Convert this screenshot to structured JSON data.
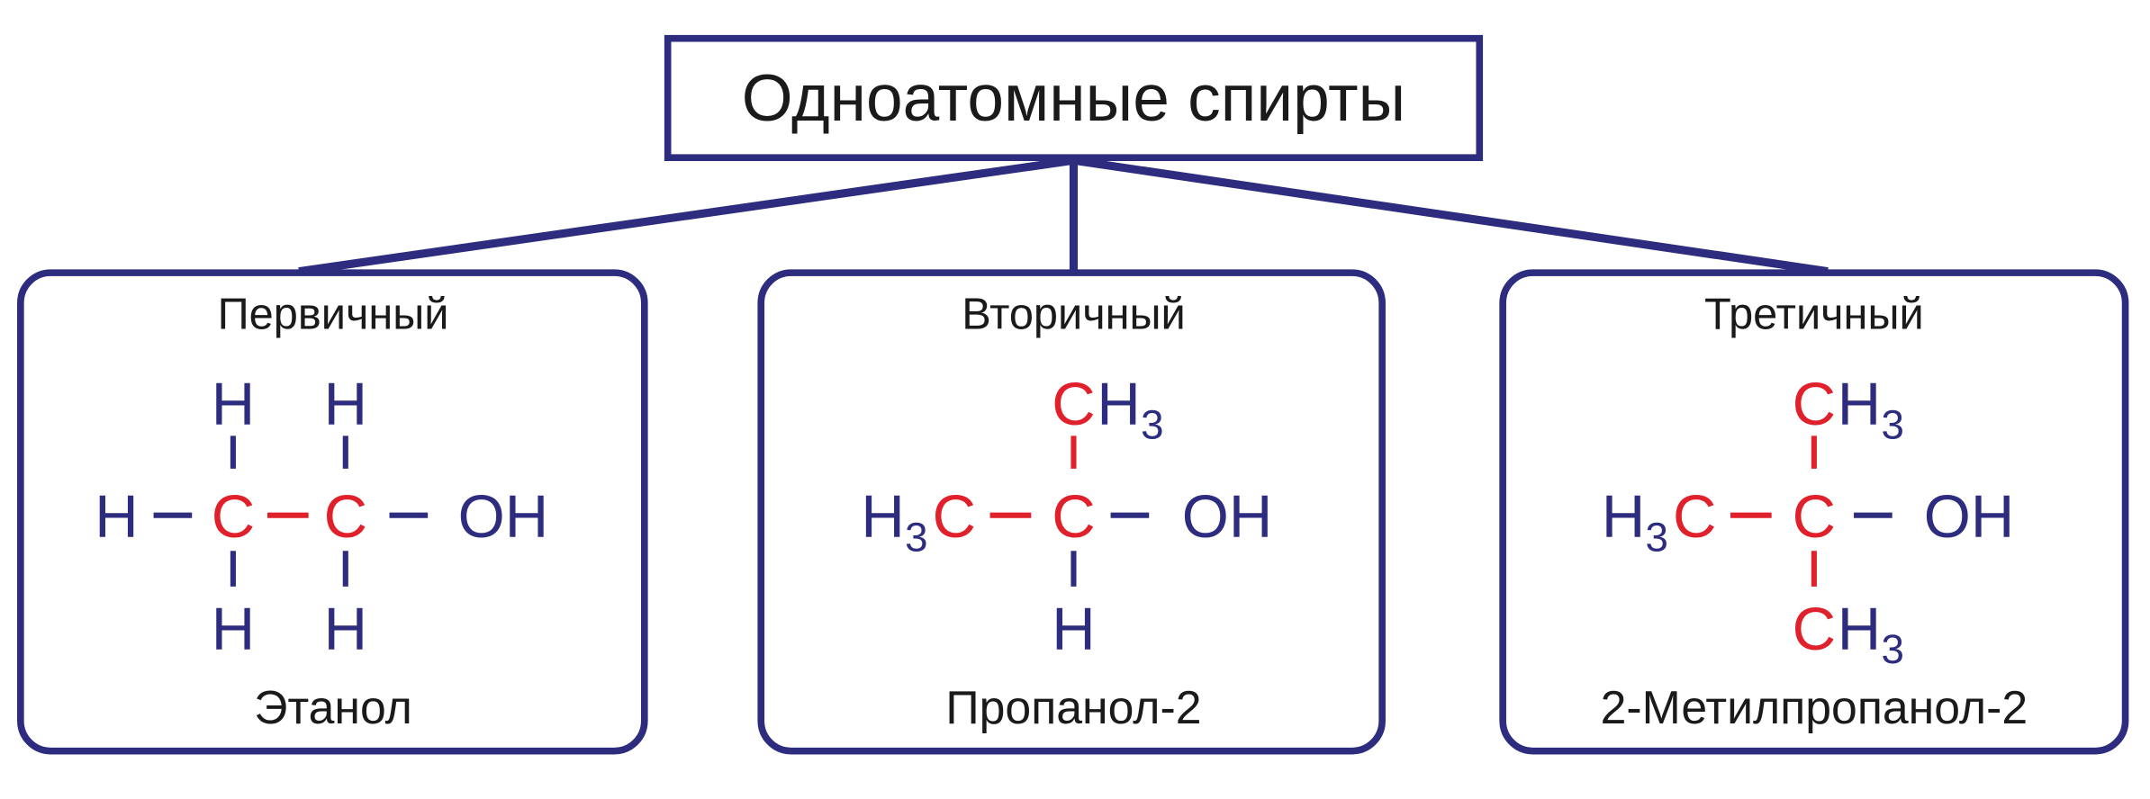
{
  "title": "Одноатомные спирты",
  "colors": {
    "frame": "#2e2c7e",
    "carbon": "#e0202b",
    "text": "#1a1a1a"
  },
  "atoms": {
    "H": "H",
    "C": "C",
    "OH": "OH",
    "sub3": "3"
  },
  "categories": [
    {
      "label": "Первичный",
      "name": "Этанол"
    },
    {
      "label": "Вторичный",
      "name": "Пропанол-2"
    },
    {
      "label": "Третичный",
      "name": "2-Метилпропанол-2"
    }
  ]
}
